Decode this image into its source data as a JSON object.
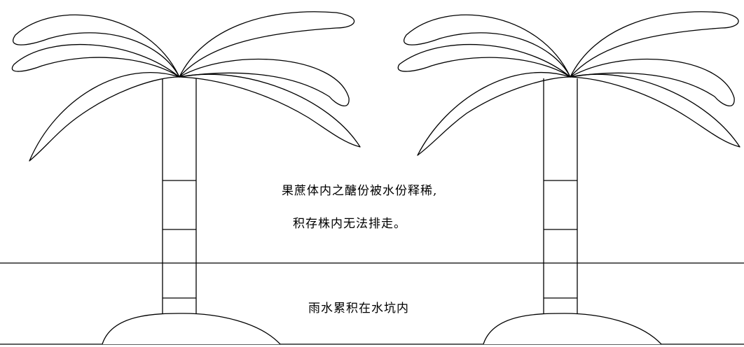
{
  "annotations": {
    "line1": "果蔗体内之醣份被水份释稀,",
    "line2": "积存株内无法排走。",
    "rain": "雨水累积在水坑内"
  },
  "colors": {
    "stroke": "#000000",
    "background": "#ffffff"
  }
}
